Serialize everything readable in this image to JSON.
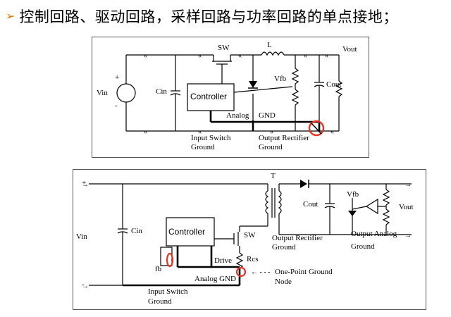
{
  "heading": {
    "bullet": "➢",
    "text": "控制回路、驱动回路，采样回路与功率回路的单点接地；"
  },
  "top_diagram": {
    "labels": {
      "sw": "SW",
      "inductor": "L",
      "vout": "Vout",
      "vin": "Vin",
      "plus": "+",
      "minus": "-",
      "cin": "Cin",
      "controller": "Controller",
      "vfb": "Vfb",
      "cout": "Cout",
      "analog": "Analog",
      "gnd": "GND",
      "input_switch": "Input Switch",
      "input_ground": "Ground",
      "output_rectifier": "Output Rectifier",
      "output_ground": "Ground"
    },
    "highlight_color": "#e8321f"
  },
  "bottom_diagram": {
    "labels": {
      "plus": "+",
      "minus": "-",
      "transformer": "T",
      "vin": "Vin",
      "cin": "Cin",
      "controller": "Controller",
      "sw": "SW",
      "cout": "Cout",
      "vfb": "Vfb",
      "vout": "Vout",
      "output_rectifier": "Output Rectifier",
      "output_rectifier_ground": "Ground",
      "output_analog": "Output Analog",
      "output_analog_ground": "Ground",
      "fb": "fb",
      "drive": "Drive",
      "rcs": "Rcs",
      "analog_gnd": "Analog GND",
      "one_point": "One-Point Ground",
      "node": "Node",
      "input_switch": "Input Switch",
      "input_ground": "Ground"
    },
    "highlight_color": "#e8321f"
  }
}
